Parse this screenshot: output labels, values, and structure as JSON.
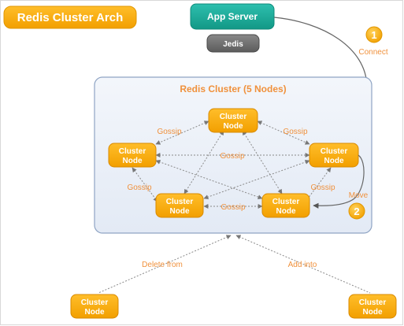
{
  "title": "Redis Cluster Arch",
  "app_server": "App Server",
  "client_lib": "Jedis",
  "cluster": {
    "title": "Redis Cluster (5 Nodes)",
    "nodes": [
      {
        "line1": "Cluster",
        "line2": "Node"
      },
      {
        "line1": "Cluster",
        "line2": "Node"
      },
      {
        "line1": "Cluster",
        "line2": "Node"
      },
      {
        "line1": "Cluster",
        "line2": "Node"
      },
      {
        "line1": "Cluster",
        "line2": "Node"
      }
    ]
  },
  "external_nodes": [
    {
      "line1": "Cluster",
      "line2": "Node"
    },
    {
      "line1": "Cluster",
      "line2": "Node"
    }
  ],
  "gossip_labels": [
    "Gossip",
    "Gossip",
    "Gossip",
    "Gossip",
    "Gossip",
    "Gossip"
  ],
  "steps": [
    {
      "number": "1",
      "label": "Connect"
    },
    {
      "number": "2",
      "label": "Move"
    }
  ],
  "edge_labels": {
    "delete": "Delete from",
    "add": "Add into"
  },
  "colors": {
    "node_orange": "#f7a600",
    "node_stroke": "#d88a00",
    "app_teal": "#1aa899",
    "jedis_gray": "#6d6d6d",
    "label_orange": "#f0913c",
    "cluster_fill": "#eef2f9",
    "cluster_stroke": "#8fa4c4"
  }
}
